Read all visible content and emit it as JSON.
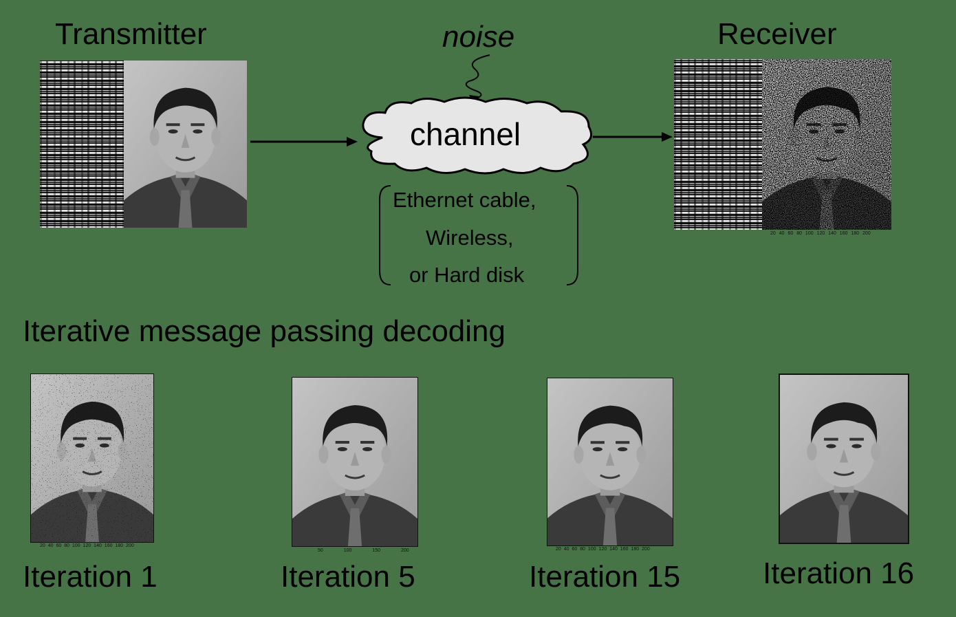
{
  "header": {
    "transmitter": "Transmitter",
    "noise": "noise",
    "receiver": "Receiver"
  },
  "channel": {
    "label": "channel",
    "media": [
      "Ethernet cable,",
      "Wireless,",
      "or Hard disk"
    ]
  },
  "decoding": {
    "title": "Iterative message passing decoding",
    "iterations": [
      "Iteration 1",
      "Iteration 5",
      "Iteration 15",
      "Iteration 16"
    ]
  },
  "axes": {
    "receiver_x": "20 40 60 80 100 120 140 160 180 200",
    "iter1_x": "20 40 60 80 100 120 140 160 180 200",
    "iter5_x": "50 100 150 200",
    "iter15_x": "20 40 60 80 100 120 140 160 180 200"
  },
  "colors": {
    "background": "#477447",
    "cloud_fill": "#e6e6e6"
  }
}
